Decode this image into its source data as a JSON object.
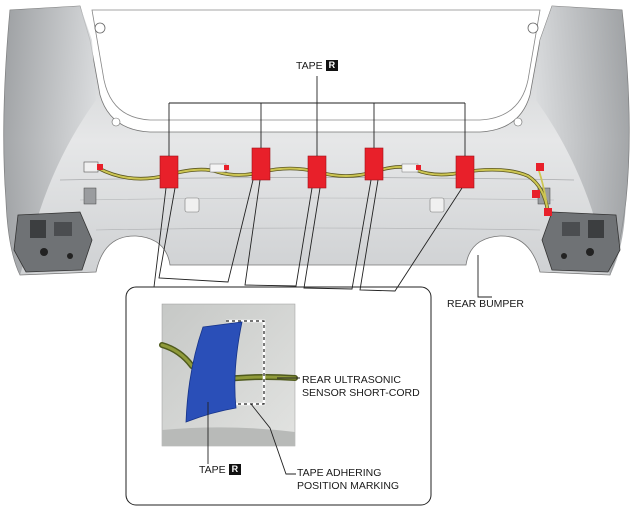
{
  "labels": {
    "tape_top": "TAPE",
    "tape_top_code": "R",
    "rear_bumper": "REAR BUMPER",
    "sensor_cord_line1": "REAR ULTRASONIC",
    "sensor_cord_line2": "SENSOR SHORT-CORD",
    "tape_detail": "TAPE",
    "tape_detail_code": "R",
    "marking_line1": "TAPE ADHERING",
    "marking_line2": "POSITION MARKING"
  },
  "colors": {
    "tape_red": "#e8202a",
    "tape_blue": "#2a4fb8",
    "harness_yellow": "#c9c24a",
    "bumper_grey": "#d4d6d8"
  },
  "tape_count": 5
}
